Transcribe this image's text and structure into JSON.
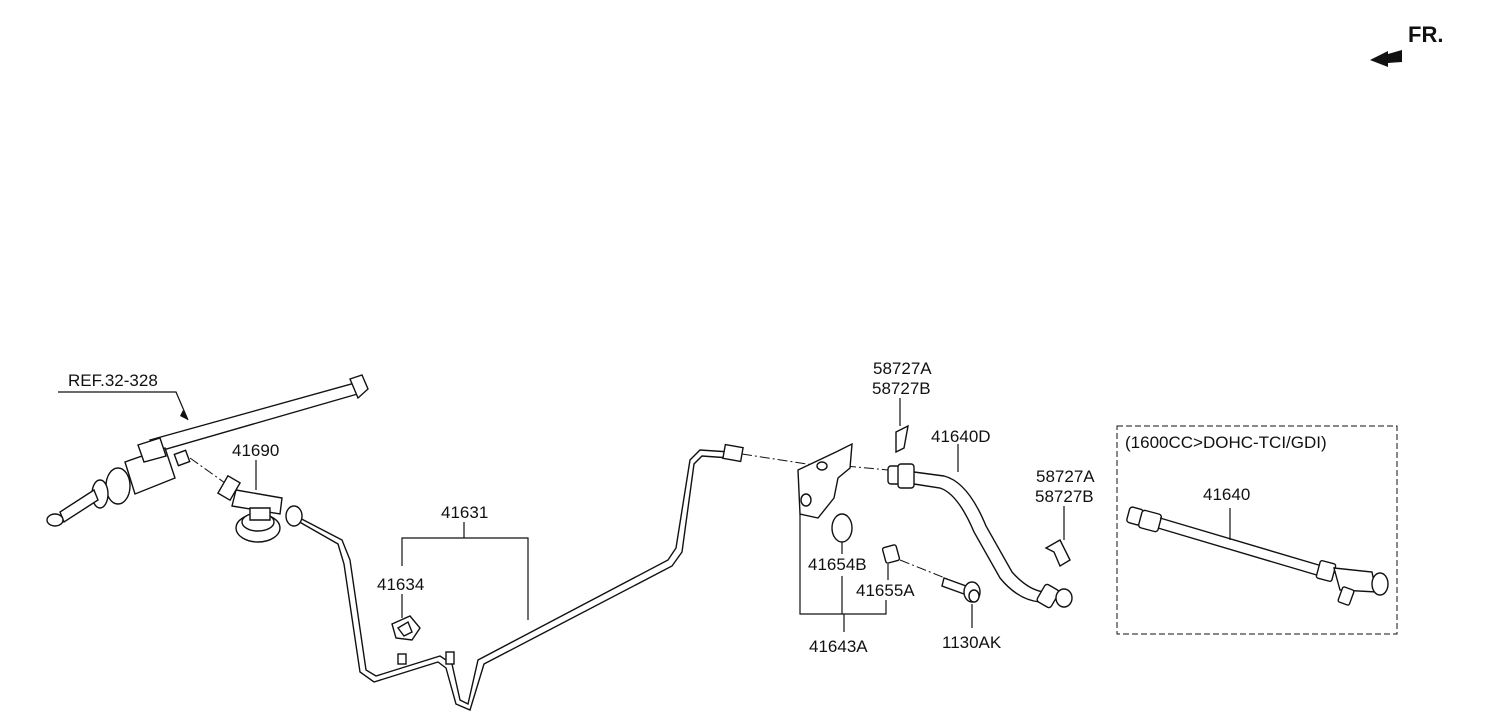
{
  "direction": {
    "label": "FR.",
    "icon": "front-arrow-icon"
  },
  "reference": {
    "label": "REF.32-328"
  },
  "variant_box": {
    "caption": "(1600CC>DOHC-TCI/GDI)"
  },
  "parts": {
    "p41690": "41690",
    "p41631": "41631",
    "p41634": "41634",
    "p58727A_top": "58727A",
    "p58727B_top": "58727B",
    "p41640D": "41640D",
    "p58727A_right": "58727A",
    "p58727B_right": "58727B",
    "p41654B": "41654B",
    "p41655A": "41655A",
    "p41643A": "41643A",
    "p1130AK": "1130AK",
    "p41640": "41640"
  }
}
